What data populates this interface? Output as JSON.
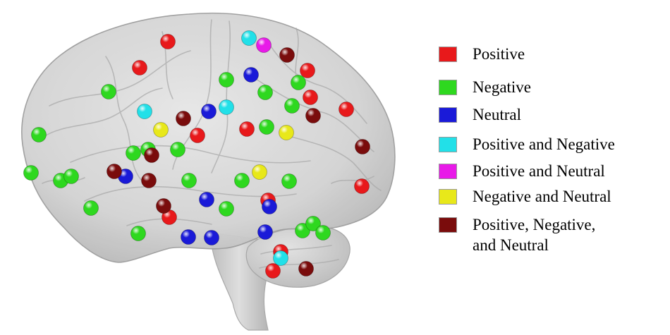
{
  "colors": {
    "positive": "#e8191b",
    "negative": "#2ed81f",
    "neutral": "#1a1ad8",
    "positive_and_negative": "#22e0e8",
    "positive_and_neutral": "#e81ae8",
    "negative_and_neutral": "#e8e81a",
    "all_three": "#7a0c0c"
  },
  "legend": [
    {
      "key": "positive",
      "label": "Positive"
    },
    {
      "key": "negative",
      "label": "Negative"
    },
    {
      "key": "neutral",
      "label": "Neutral"
    },
    {
      "key": "positive_and_negative",
      "label": "Positive and Negative"
    },
    {
      "key": "positive_and_neutral",
      "label": "Positive and Neutral"
    },
    {
      "key": "negative_and_neutral",
      "label": "Negative and Neutral"
    },
    {
      "key": "all_three",
      "label": "Positive, Negative,\nand Neutral"
    }
  ],
  "regions": [
    {
      "cat": "positive"
    },
    {
      "cat": "positive"
    },
    {
      "cat": "positive"
    },
    {
      "cat": "positive"
    },
    {
      "cat": "positive"
    },
    {
      "cat": "positive"
    },
    {
      "cat": "positive"
    },
    {
      "cat": "positive"
    },
    {
      "cat": "positive"
    },
    {
      "cat": "positive"
    },
    {
      "cat": "positive"
    },
    {
      "cat": "positive"
    },
    {
      "cat": "negative"
    },
    {
      "cat": "negative"
    },
    {
      "cat": "negative"
    },
    {
      "cat": "negative"
    },
    {
      "cat": "negative"
    },
    {
      "cat": "negative"
    },
    {
      "cat": "negative"
    },
    {
      "cat": "negative"
    },
    {
      "cat": "negative"
    },
    {
      "cat": "negative"
    },
    {
      "cat": "negative"
    },
    {
      "cat": "negative"
    },
    {
      "cat": "negative"
    },
    {
      "cat": "negative"
    },
    {
      "cat": "negative"
    },
    {
      "cat": "negative"
    },
    {
      "cat": "negative"
    },
    {
      "cat": "negative"
    },
    {
      "cat": "negative"
    },
    {
      "cat": "negative"
    },
    {
      "cat": "negative"
    },
    {
      "cat": "negative"
    },
    {
      "cat": "neutral"
    },
    {
      "cat": "neutral"
    },
    {
      "cat": "neutral"
    },
    {
      "cat": "neutral"
    },
    {
      "cat": "neutral"
    },
    {
      "cat": "neutral"
    },
    {
      "cat": "neutral"
    },
    {
      "cat": "neutral"
    },
    {
      "cat": "positive_and_negative"
    },
    {
      "cat": "positive_and_negative"
    },
    {
      "cat": "positive_and_negative"
    },
    {
      "cat": "positive_and_negative"
    },
    {
      "cat": "positive_and_neutral"
    },
    {
      "cat": "negative_and_neutral"
    },
    {
      "cat": "negative_and_neutral"
    },
    {
      "cat": "negative_and_neutral"
    },
    {
      "cat": "all_three"
    },
    {
      "cat": "all_three"
    },
    {
      "cat": "all_three"
    },
    {
      "cat": "all_three"
    },
    {
      "cat": "all_three"
    },
    {
      "cat": "all_three"
    },
    {
      "cat": "all_three"
    },
    {
      "cat": "all_three"
    },
    {
      "cat": "all_three"
    }
  ]
}
